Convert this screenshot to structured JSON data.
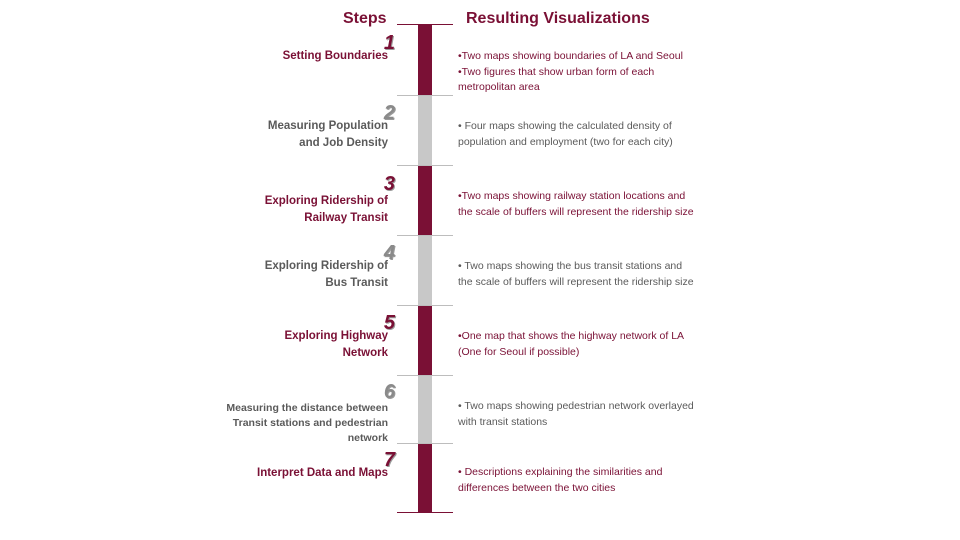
{
  "headers": {
    "steps": "Steps",
    "visualizations": "Resulting Visualizations"
  },
  "colors": {
    "accent": "#7a1035",
    "grey_segment": "#c8c8c8",
    "grey_text": "#5a5a5a"
  },
  "steps": [
    {
      "number": "1",
      "label_lines": [
        "Setting Boundaries"
      ],
      "desc_lines": [
        "•Two maps showing boundaries of LA and Seoul",
        "•Two figures  that show urban form of each",
        "metropolitan area"
      ]
    },
    {
      "number": "2",
      "label_lines": [
        "Measuring Population",
        "and Job Density"
      ],
      "desc_lines": [
        "• Four maps showing the calculated density of",
        "population and employment (two for each city)"
      ]
    },
    {
      "number": "3",
      "label_lines": [
        "Exploring Ridership of",
        "Railway Transit"
      ],
      "desc_lines": [
        "•Two maps showing railway station locations and",
        "the scale of buffers will represent the ridership size"
      ]
    },
    {
      "number": "4",
      "label_lines": [
        "Exploring Ridership of",
        "Bus Transit"
      ],
      "desc_lines": [
        "• Two maps showing the bus transit stations and",
        "the scale of buffers will represent the ridership size"
      ]
    },
    {
      "number": "5",
      "label_lines": [
        "Exploring Highway",
        "Network"
      ],
      "desc_lines": [
        "•One map that shows the highway network of LA",
        "(One for Seoul if possible)"
      ]
    },
    {
      "number": "6",
      "label_lines": [
        "Measuring the distance between",
        "Transit stations and pedestrian",
        "network"
      ],
      "desc_lines": [
        "• Two maps showing pedestrian network overlayed",
        "with transit stations"
      ]
    },
    {
      "number": "7",
      "label_lines": [
        "Interpret Data and Maps"
      ],
      "desc_lines": [
        "• Descriptions explaining the similarities and",
        "differences between the two cities"
      ]
    }
  ]
}
